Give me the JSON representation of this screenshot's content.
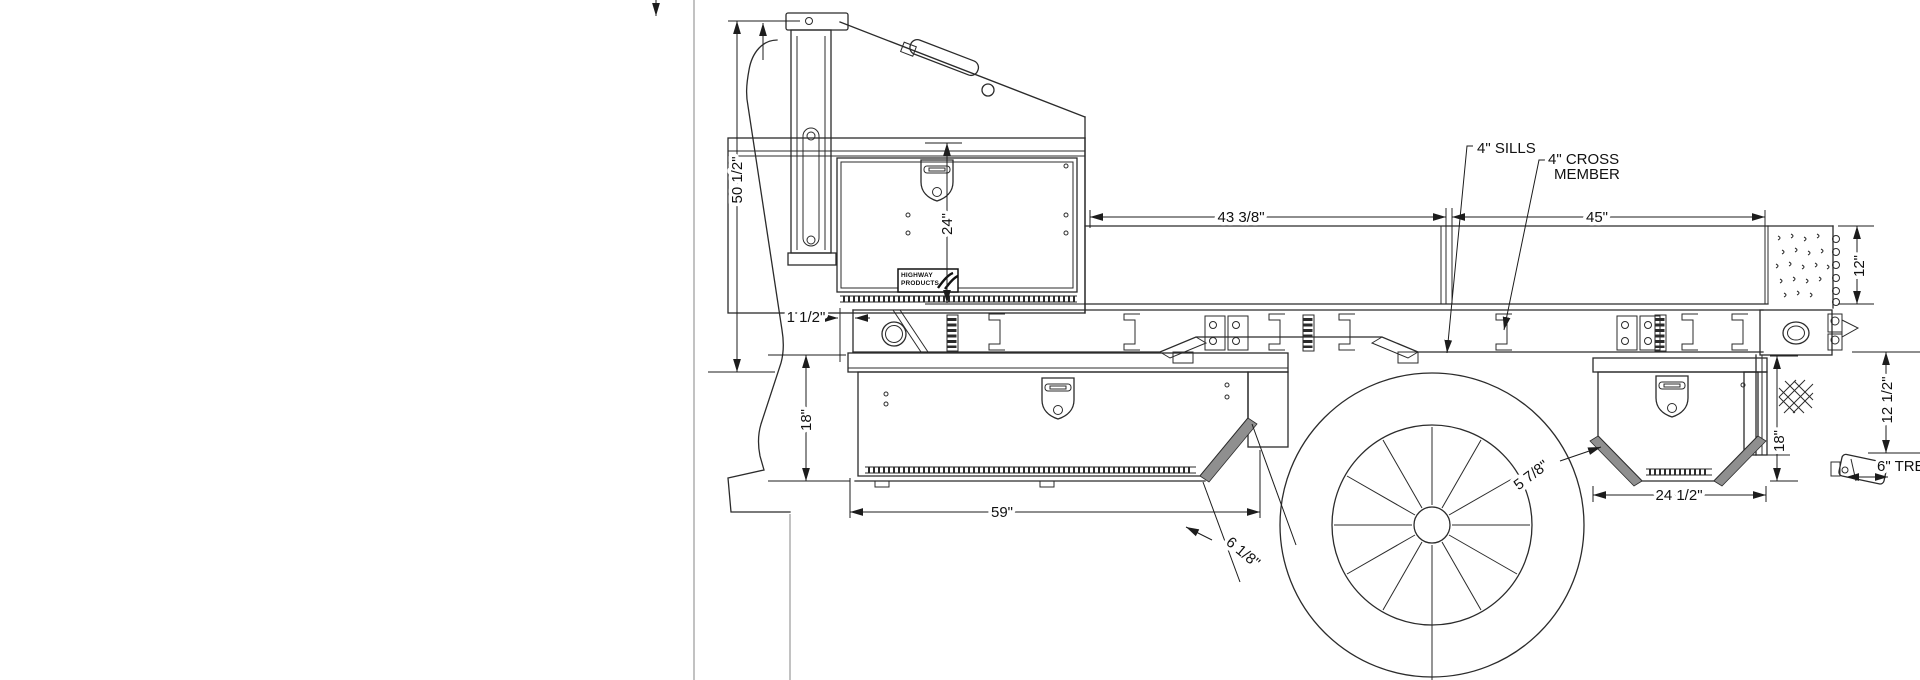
{
  "drawing": {
    "title": "flatbed-truck-body-side-view",
    "background": "#ffffff",
    "line_color": "#2b2b2b",
    "accent_gray": "#8f8f8f"
  },
  "dimensions": {
    "overall_height": "50 1/2\"",
    "headboard_box_height": "24\"",
    "bed_front_section_length": "43 3/8\"",
    "bed_rear_section_length": "45\"",
    "bed_side_height": "12\"",
    "cab_to_body_gap": "1 1/2\"",
    "front_box_height": "18\"",
    "front_box_length": "59\"",
    "front_box_chamfer": "6 1/8\"",
    "rear_box_chamfer": "5 7/8\"",
    "rear_box_length": "24 1/2\"",
    "rear_box_height": "18\"",
    "rear_drop_height": "12 1/2\"",
    "tread_width": "6\" TRE"
  },
  "callouts": {
    "sills": "4\" SILLS",
    "cross_member_line1": "4\" CROSS",
    "cross_member_line2": "MEMBER"
  },
  "logo": {
    "line1": "HIGHWAY",
    "line2": "PRODUCTS"
  }
}
